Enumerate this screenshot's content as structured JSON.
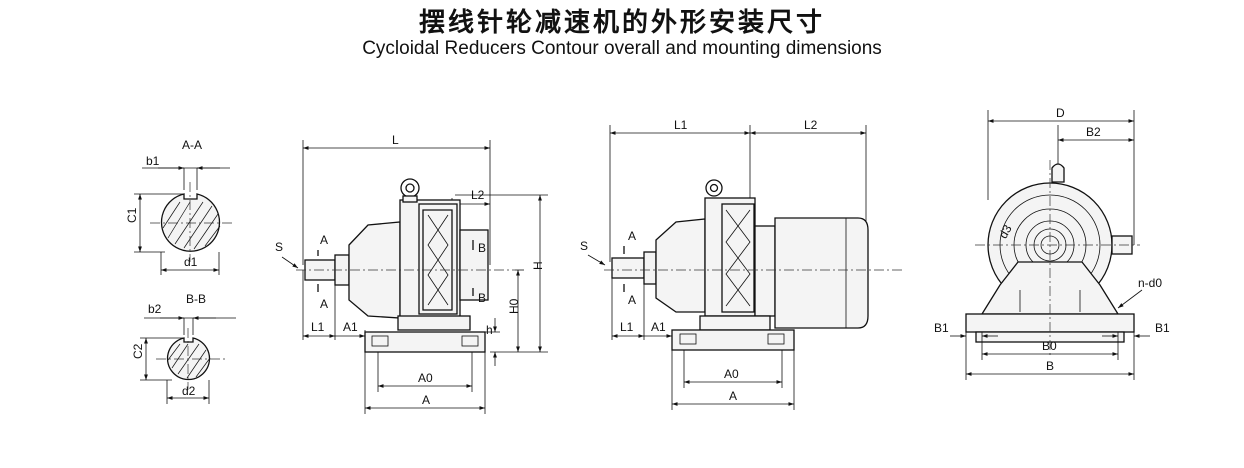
{
  "header": {
    "title_cn": "摆线针轮减速机的外形安装尺寸",
    "title_en": "Cycloidal Reducers Contour overall and mounting dimensions"
  },
  "sections": {
    "aa": {
      "title": "A-A",
      "b": "b1",
      "c": "C1",
      "d": "d1"
    },
    "bb": {
      "title": "B-B",
      "b": "b2",
      "c": "C2",
      "d": "d2"
    }
  },
  "view1": {
    "L": "L",
    "L2": "L2",
    "S": "S",
    "A_top": "A",
    "A_bot": "A",
    "B_top": "B",
    "B_bot": "B",
    "H": "H",
    "H0": "H0",
    "h": "h",
    "L1": "L1",
    "A1": "A1",
    "A0": "A0",
    "A": "A"
  },
  "view2": {
    "L1_top": "L1",
    "L2": "L2",
    "S": "S",
    "A_top": "A",
    "A_bot": "A",
    "L1": "L1",
    "A1": "A1",
    "A0": "A0",
    "A": "A"
  },
  "view3": {
    "D": "D",
    "B2": "B2",
    "d3": "d3",
    "nd0": "n-d0",
    "B1_left": "B1",
    "B1_right": "B1",
    "B0": "B0",
    "B": "B"
  }
}
